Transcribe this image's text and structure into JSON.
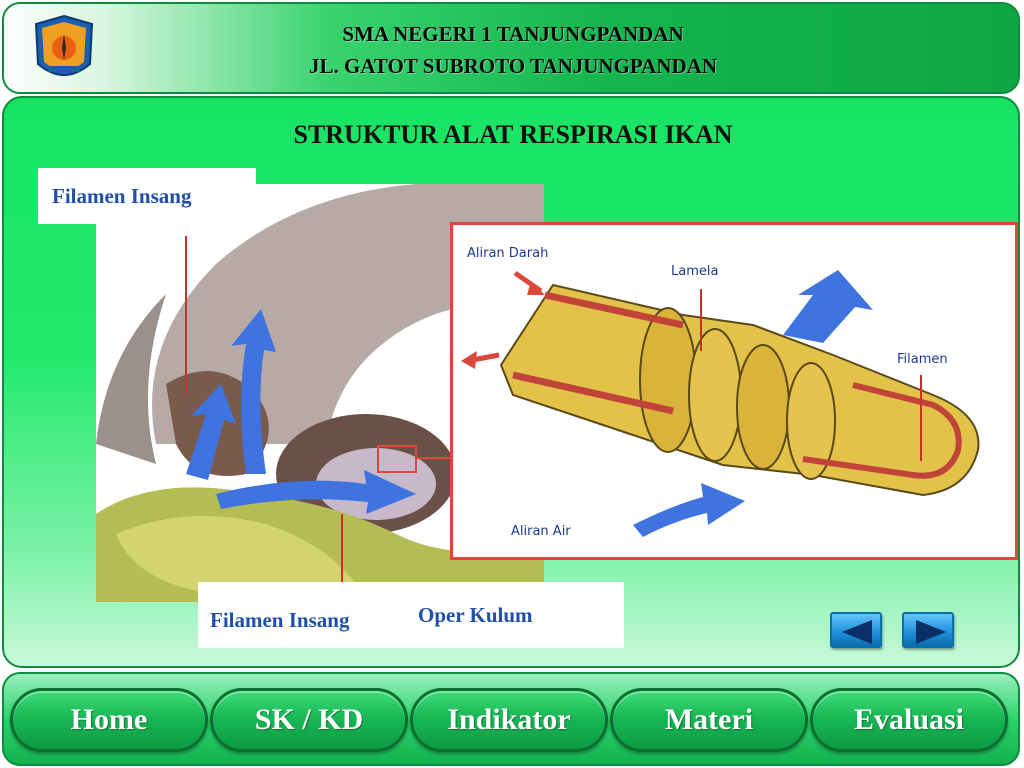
{
  "header": {
    "school_name": "SMA NEGERI 1 TANJUNGPANDAN",
    "school_address": "JL. GATOT SUBROTO TANJUNGPANDAN",
    "logo_icon": "school-emblem-icon"
  },
  "main": {
    "title": "STRUKTUR ALAT RESPIRASI IKAN",
    "labels": {
      "filamen_top": "Filamen Insang",
      "filamen_bottom": "Filamen Insang",
      "operkulum": "Oper Kulum"
    },
    "detail_labels": {
      "aliran_darah": "Aliran Darah",
      "lamela": "Lamela",
      "filamen": "Filamen",
      "aliran_air": "Aliran Air"
    },
    "colors": {
      "label_text": "#1f4fa8",
      "detail_border": "#d9483a",
      "water_arrow": "#3f74e0"
    }
  },
  "nav": {
    "prev_icon": "triangle-left-icon",
    "next_icon": "triangle-right-icon"
  },
  "bottom_nav": {
    "items": [
      {
        "label": "Home"
      },
      {
        "label": "SK / KD"
      },
      {
        "label": "Indikator"
      },
      {
        "label": "Materi"
      },
      {
        "label": "Evaluasi"
      }
    ]
  }
}
